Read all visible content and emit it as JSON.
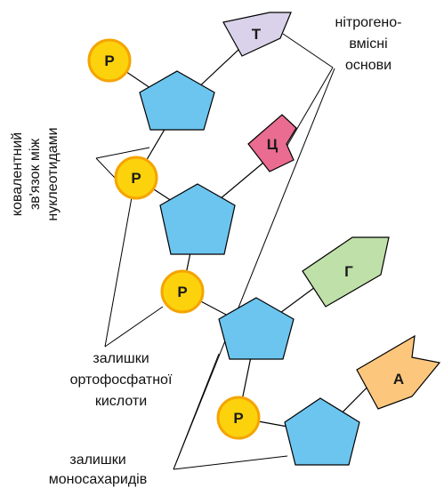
{
  "colors": {
    "sugar": "#6cc5ef",
    "phosphate": "#fcd20d",
    "phosphate_ring": "#f5a400",
    "base_t": "#d9d2ea",
    "base_c": "#ea6c90",
    "base_g": "#bfe0a9",
    "base_a": "#fcc77d",
    "line": "#000000"
  },
  "phosphate_label": "Р",
  "bases": {
    "t": "Т",
    "c": "Ц",
    "g": "Г",
    "a": "А"
  },
  "labels": {
    "nitrogenous": [
      "нітрогено-",
      "вмісні",
      "основи"
    ],
    "covalent": [
      "ковалентний",
      "зв'язок між",
      "нуклеотидами"
    ],
    "phosphoric": [
      "залишки",
      "ортофосфатної",
      "кислоти"
    ],
    "monosaccharides": [
      "залишки",
      "моносахаридів"
    ]
  }
}
